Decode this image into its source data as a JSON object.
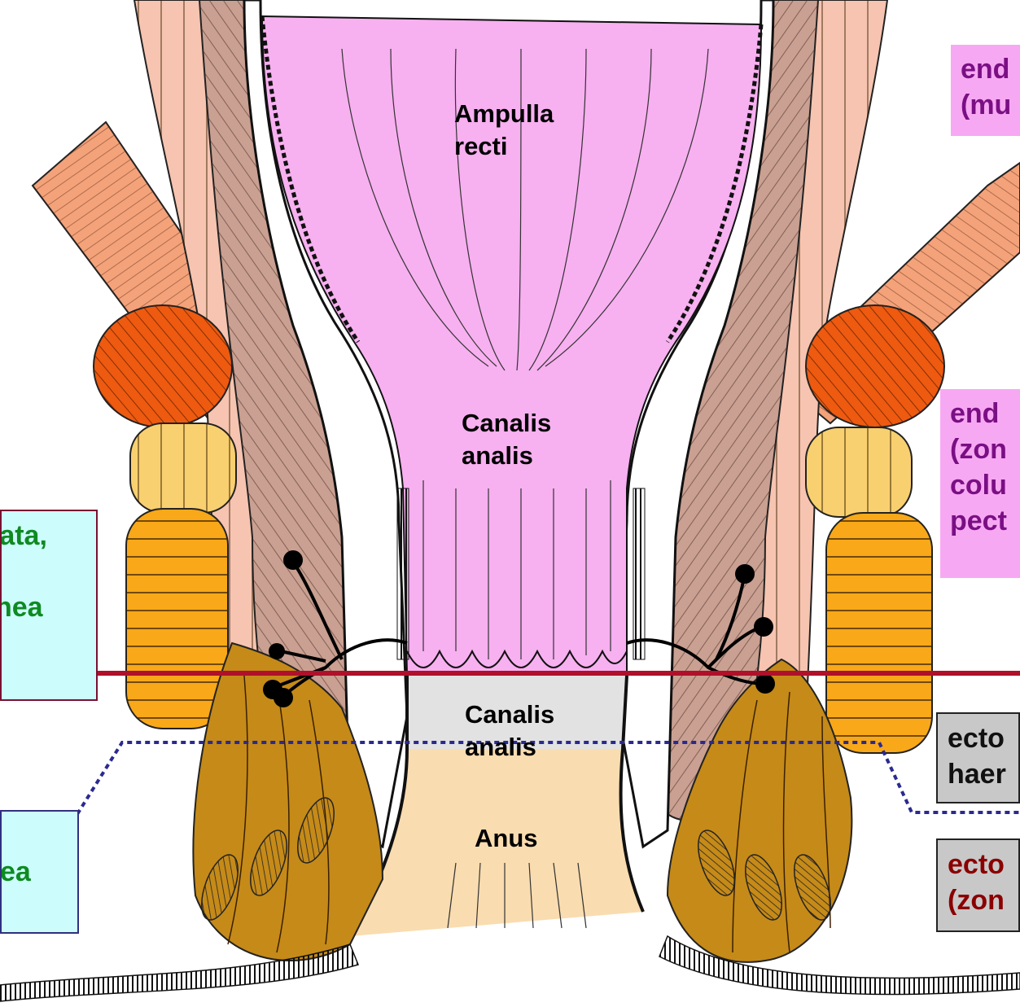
{
  "labels": {
    "ampulla": [
      "Ampulla",
      "recti"
    ],
    "canalis_upper": [
      "Canalis",
      "analis"
    ],
    "canalis_lower": [
      "Canalis",
      "analis"
    ],
    "anus": "Anus"
  },
  "boxes": {
    "right_top": [
      "end",
      "(mu"
    ],
    "right_mid": [
      "end",
      "(zon",
      "colu",
      "pect"
    ],
    "right_grey1": [
      "ecto",
      "haer"
    ],
    "right_grey2": [
      "ecto",
      "(zon"
    ],
    "left_upper": [
      "tata,",
      "",
      "nea"
    ],
    "left_lower": [
      "ea"
    ]
  },
  "colors": {
    "mucosa_pink": "#f7b0f0",
    "box_pink": "#f7a8f3",
    "box_pink_text": "#7a0f84",
    "box_teal": "#cdfcfd",
    "box_teal_text": "#0f8a22",
    "box_grey": "#c8c8c8",
    "maroon_text": "#8a0000",
    "pectinate_line": "#b0102a",
    "dotted_line": "#2a2a90",
    "external_sphincter": "#c58a18",
    "muscle_brown": "#c9a092",
    "levator_salmon": "#f4a27a",
    "skin_tan": "#f9dcb0"
  }
}
